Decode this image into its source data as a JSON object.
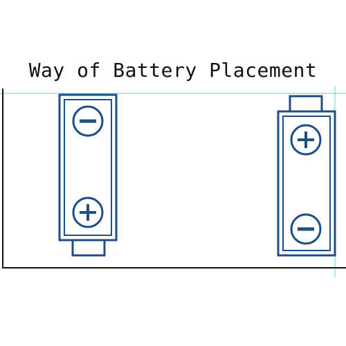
{
  "title": "Way of Battery Placement",
  "colors": {
    "battery_stroke": "#1f4e86",
    "guide_line": "#7ed6df",
    "frame_line": "#111111"
  },
  "batteries": [
    {
      "id": "left",
      "orientation": "positive-terminal-down",
      "top_symbol": "minus-icon",
      "bottom_symbol": "plus-icon"
    },
    {
      "id": "right",
      "orientation": "positive-terminal-up",
      "top_symbol": "plus-icon",
      "bottom_symbol": "minus-icon"
    }
  ]
}
